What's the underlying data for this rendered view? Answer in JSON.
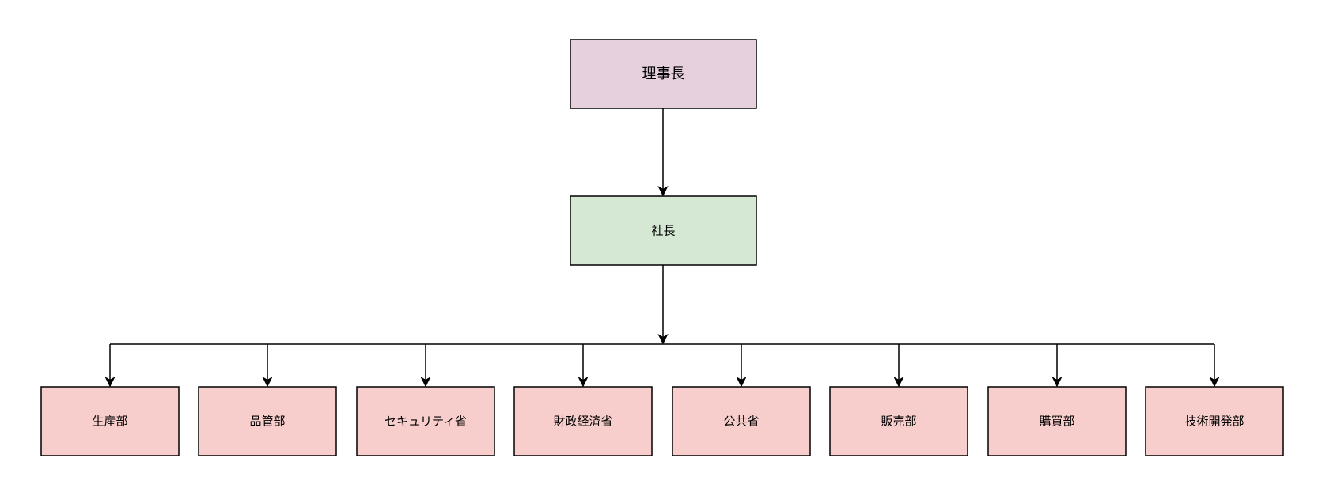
{
  "org_chart": {
    "chairman": {
      "label": "理事長",
      "color": "#e6d0de"
    },
    "president": {
      "label": "社長",
      "color": "#d5e8d4"
    },
    "department_color": "#f8cecc",
    "departments": [
      {
        "label": "生産部"
      },
      {
        "label": "品管部"
      },
      {
        "label": "セキュリティ省"
      },
      {
        "label": "財政経済省"
      },
      {
        "label": "公共省"
      },
      {
        "label": "販売部"
      },
      {
        "label": "購買部"
      },
      {
        "label": "技術開発部"
      }
    ]
  }
}
